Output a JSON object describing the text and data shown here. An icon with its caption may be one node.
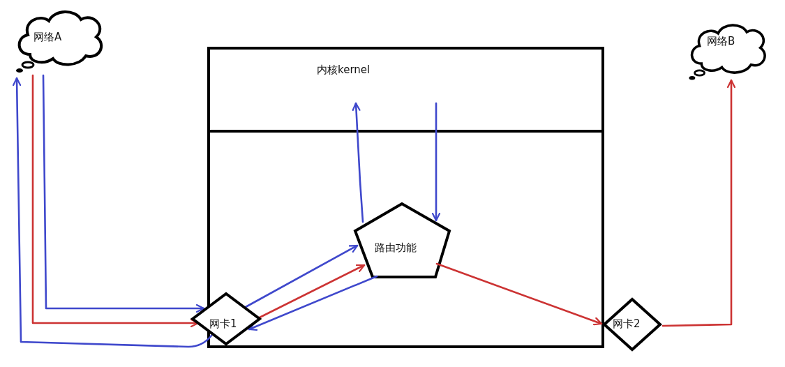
{
  "diagram": {
    "nodes": [
      {
        "text": [
          "网络A"
        ]
      },
      {
        "text": [],
        "shape": "box"
      },
      {
        "text": [
          "内核kernel"
        ],
        "in": 1
      },
      {
        "text": [
          "路由功能"
        ],
        "in": 1
      },
      {
        "text": [
          "网卡1"
        ]
      },
      {
        "text": [
          "网卡2"
        ]
      },
      {
        "text": [
          "网络B"
        ]
      }
    ],
    "edges": [
      {
        "from": 0,
        "to": 4,
        "arrow": "to"
      },
      {
        "from": 0,
        "to": 4,
        "arrow": "to",
        "color": "#cc3333"
      },
      {
        "from": 4,
        "to": 0,
        "arrow": "to"
      },
      {
        "from": 4,
        "to": 3,
        "arrow": "to"
      },
      {
        "from": 4,
        "to": 3,
        "arrow": "to",
        "color": "#cc3333"
      },
      {
        "from": 3,
        "to": 4,
        "arrow": "to"
      },
      {
        "from": 3,
        "to": 2,
        "arrow": "to"
      },
      {
        "from": 2,
        "to": 3,
        "arrow": "to"
      },
      {
        "from": 3,
        "to": 5,
        "arrow": "to",
        "color": "#cc3333"
      },
      {
        "from": 5,
        "to": 6,
        "arrow": "to",
        "color": "#cc3333"
      }
    ]
  }
}
